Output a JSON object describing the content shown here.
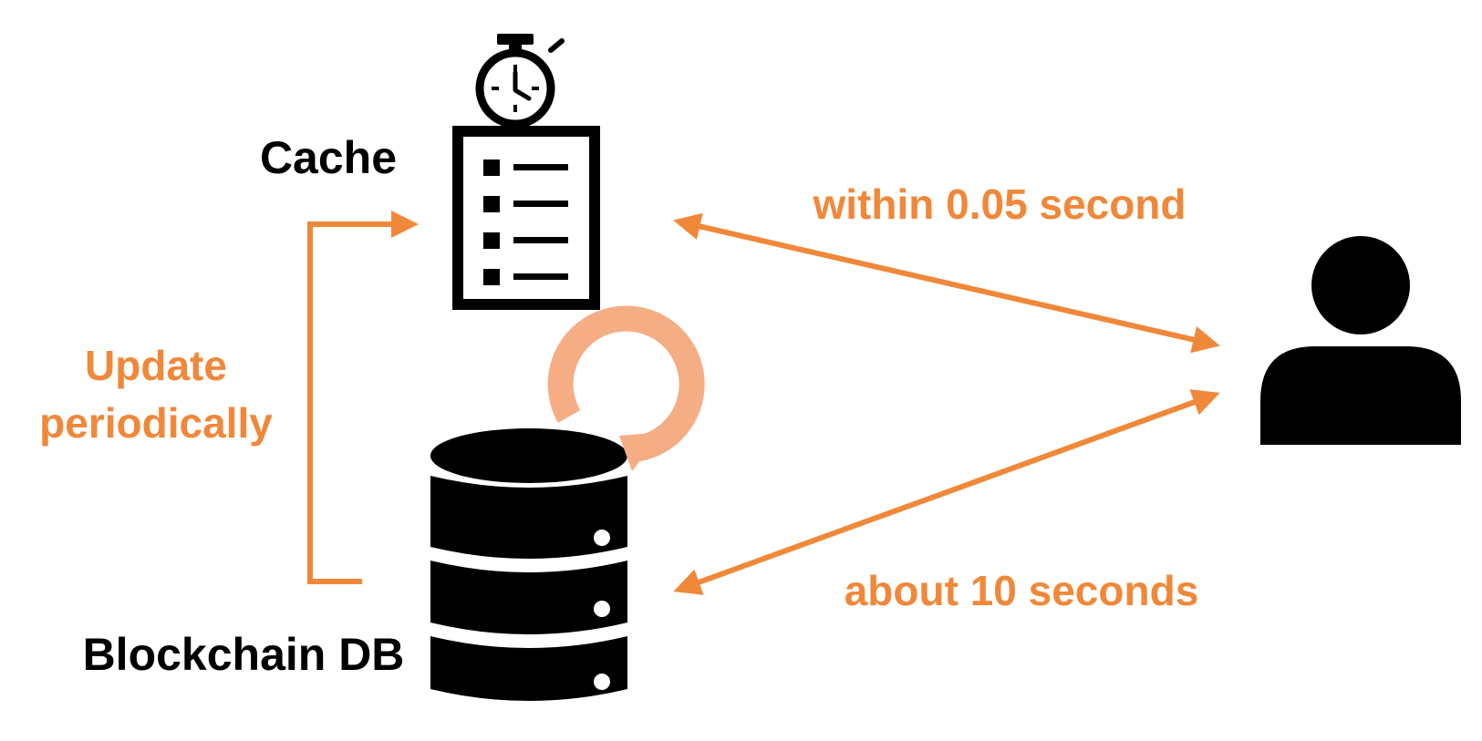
{
  "colors": {
    "accent": "#f0883a",
    "cycle": "#f5ad84",
    "ink": "#000000",
    "background": "#ffffff"
  },
  "nodes": {
    "cache": {
      "label": "Cache",
      "icon": "stopwatch-checklist-icon"
    },
    "blockchain_db": {
      "label": "Blockchain DB",
      "icon": "database-icon"
    },
    "user": {
      "icon": "user-icon"
    }
  },
  "edges": {
    "update_line1": "Update",
    "update_line2": "periodically",
    "cache_latency": "within 0.05 second",
    "db_latency": "about 10 seconds"
  }
}
